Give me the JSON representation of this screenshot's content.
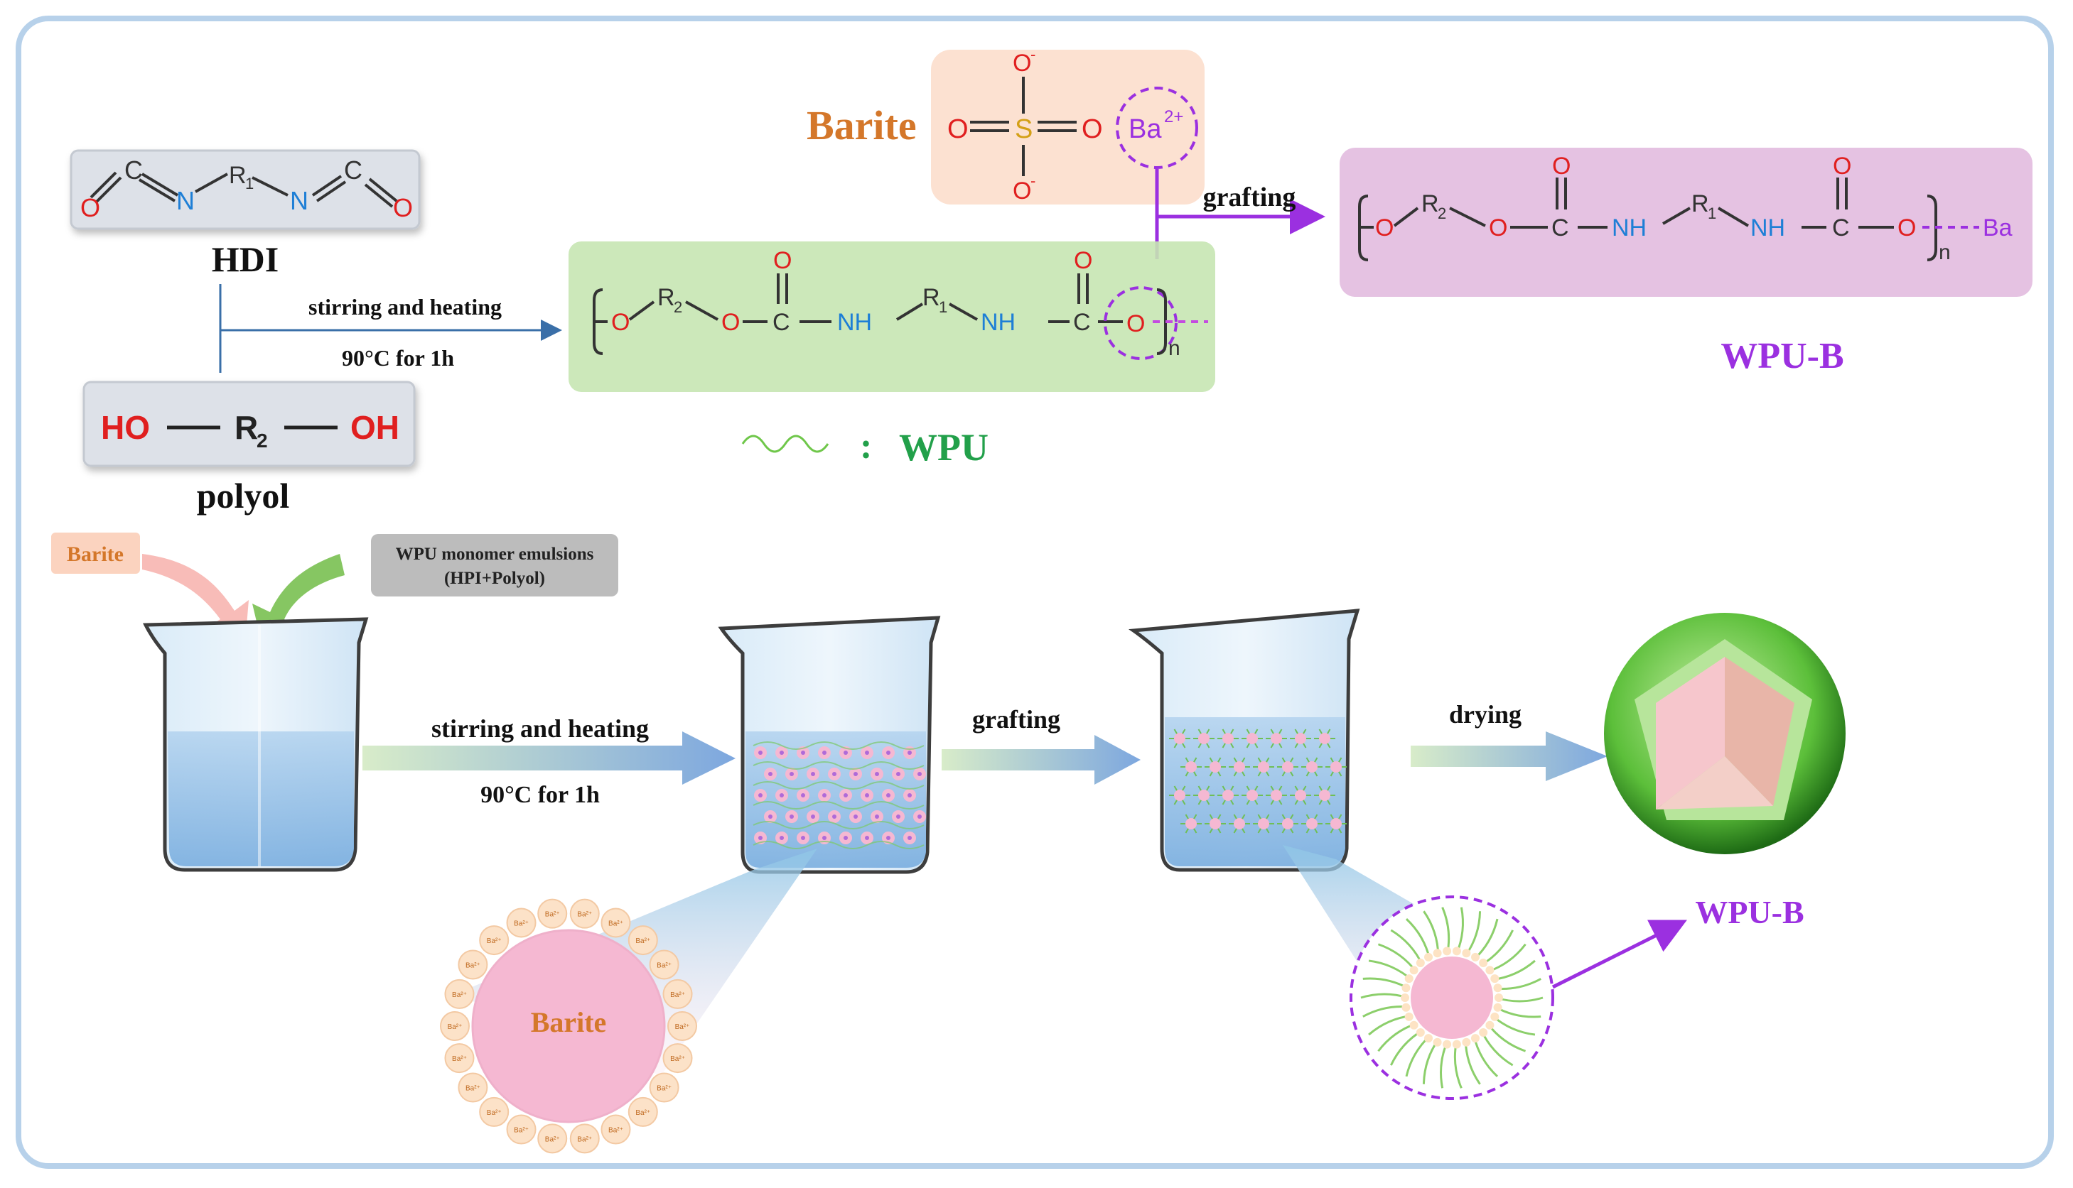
{
  "top": {
    "hdi_label": "HDI",
    "polyol_label": "polyol",
    "hdi_formula": {
      "c": "C",
      "n": "N",
      "o": "O",
      "r1": "R",
      "sub1": "1"
    },
    "polyol_formula": {
      "ho": "HO",
      "dash": "—",
      "r2": "R",
      "sub2": "2",
      "oh": "OH"
    },
    "step1_top": "stirring and heating",
    "step1_bottom": "90°C for 1h",
    "barite_title": "Barite",
    "sulfate": {
      "o_top": "O",
      "minus": "-",
      "o_left": "O",
      "s": "S",
      "o_right": "O",
      "o_bottom": "O",
      "ba": "Ba",
      "ba_charge": "2+"
    },
    "grafting_label": "grafting",
    "wpu_formula": {
      "o": "O",
      "r2": "R",
      "sub2": "2",
      "c": "C",
      "nh": "NH",
      "r1": "R",
      "sub1": "1",
      "n": "n"
    },
    "wpub_formula": {
      "o": "O",
      "r2": "R",
      "sub2": "2",
      "c": "C",
      "nh": "NH",
      "r1": "R",
      "sub1": "1",
      "n": "n",
      "ba": "Ba"
    },
    "wpu_legend_colon": ":",
    "wpu_legend_text": "WPU",
    "wpub_label": "WPU-B"
  },
  "bottom": {
    "barite_tag": "Barite",
    "emulsion_tag_line1": "WPU monomer emulsions",
    "emulsion_tag_line2": "(HPI+Polyol)",
    "step1_top": "stirring and heating",
    "step1_bottom": "90°C for 1h",
    "step2": "grafting",
    "step3": "drying",
    "barite_particle_label": "Barite",
    "ba_ion": "Ba²⁺",
    "wpub_label": "WPU-B"
  },
  "colors": {
    "frame": "#b7d1ea",
    "wpu_green": "#22a04a",
    "wpub_purple": "#9b30e0",
    "barite_orange": "#d4772a",
    "nitrogen_blue": "#1e7fd6",
    "oxygen_red": "#e01f1f",
    "barite_pink": "#f5b8d2"
  }
}
